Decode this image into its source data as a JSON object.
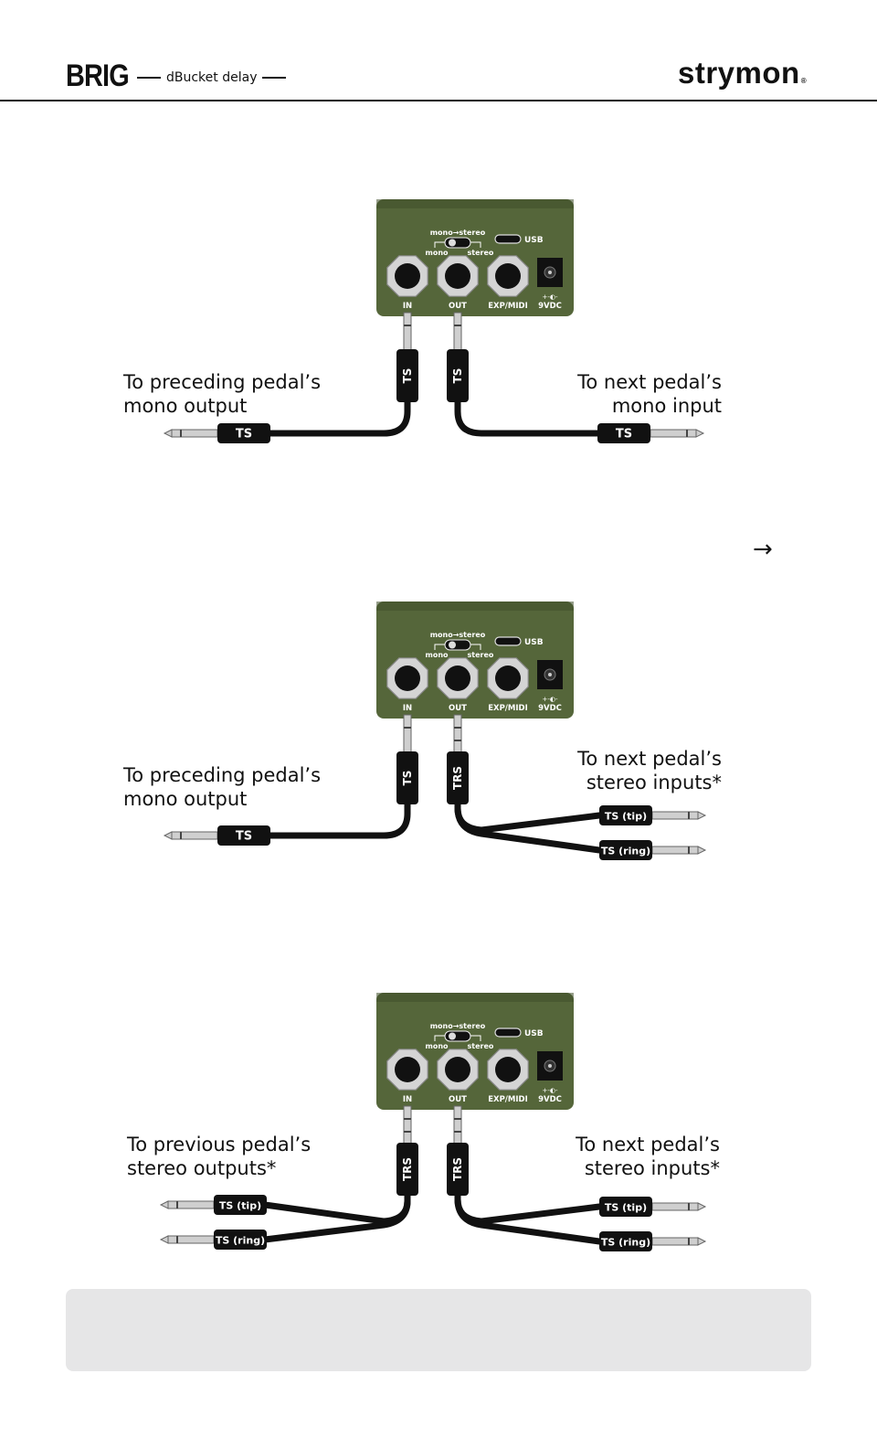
{
  "header": {
    "product": "BRIG",
    "subtitle": "dBucket delay",
    "logo": "strymon",
    "logo_mark": "®"
  },
  "pedal": {
    "switch_top": "mono→stereo",
    "switch_left": "mono",
    "switch_right": "stereo",
    "usb": "USB",
    "jacks": [
      "IN",
      "OUT",
      "EXP/MIDI"
    ],
    "power": "9VDC",
    "polarity": "+-◐-"
  },
  "diagrams": [
    {
      "left_label": [
        "To preceding pedal’s",
        "mono output"
      ],
      "right_label": [
        "To next pedal’s",
        "mono input"
      ],
      "in_plug": "TS",
      "out_plug": "TS",
      "left_ends": [
        "TS"
      ],
      "right_ends": [
        "TS"
      ]
    },
    {
      "left_label": [
        "To preceding pedal’s",
        "mono output"
      ],
      "right_label": [
        "To next pedal’s",
        "stereo inputs*"
      ],
      "in_plug": "TS",
      "out_plug": "TRS",
      "left_ends": [
        "TS"
      ],
      "right_ends": [
        "TS (tip)",
        "TS (ring)"
      ]
    },
    {
      "left_label": [
        "To previous pedal’s",
        "stereo outputs*"
      ],
      "right_label": [
        "To next pedal’s",
        "stereo inputs*"
      ],
      "in_plug": "TRS",
      "out_plug": "TRS",
      "left_ends": [
        "TS (tip)",
        "TS (ring)"
      ],
      "right_ends": [
        "TS (tip)",
        "TS (ring)"
      ]
    }
  ],
  "arrow": "→",
  "colors": {
    "pedal_green": "#55663a",
    "pedal_dark": "#3f4e2a",
    "cable": "#111111",
    "note_bg": "#e6e6e7"
  }
}
